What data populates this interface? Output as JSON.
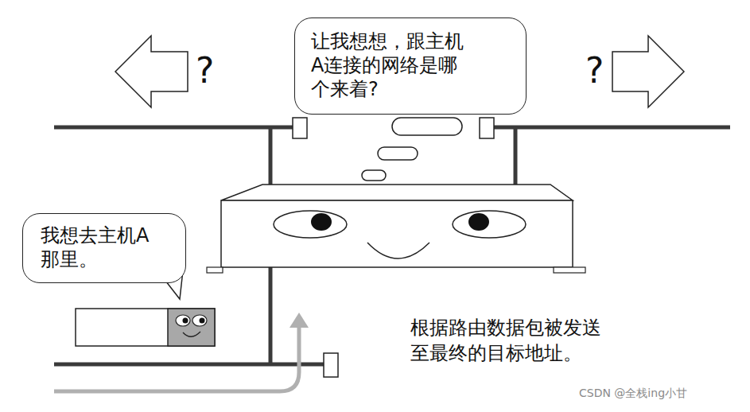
{
  "diagram": {
    "nodes": [
      {
        "text": [
          "让我想想，跟主机 A连接的网络是哪 个来着?"
        ]
      },
      {
        "text": [
          "我想去主机A 那里。"
        ]
      }
    ],
    "labels": [
      "?",
      "?",
      "根据路由数据包被发送 至最终的目标地址。",
      "CSDN @全栈ing小甘"
    ]
  }
}
